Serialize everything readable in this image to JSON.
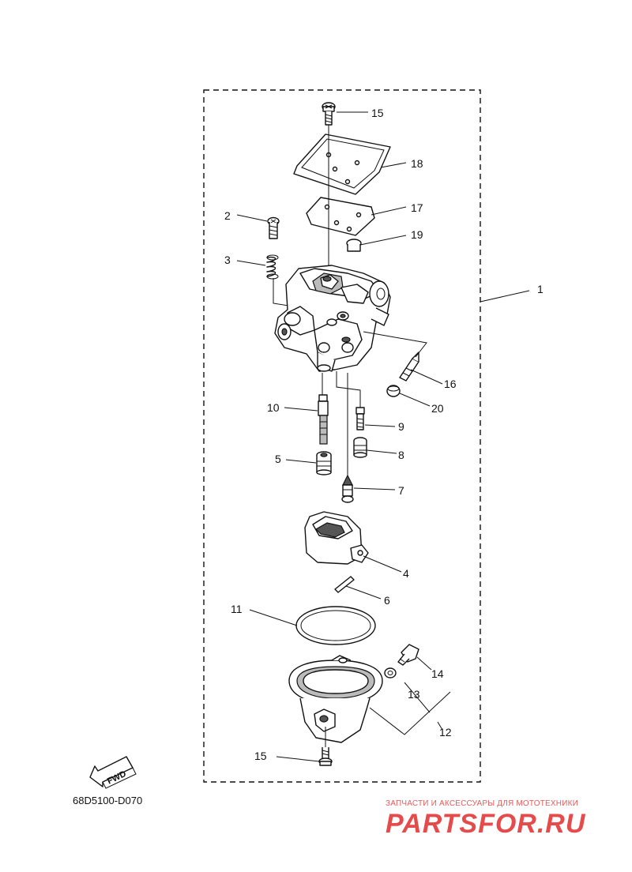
{
  "diagram": {
    "code": "68D5100-D070",
    "direction_label": "FWD",
    "callouts": {
      "c1": "1",
      "c2": "2",
      "c3": "3",
      "c4": "4",
      "c5": "5",
      "c6": "6",
      "c7": "7",
      "c8": "8",
      "c9": "9",
      "c10": "10",
      "c11": "11",
      "c12": "12",
      "c13": "13",
      "c14": "14",
      "c15_top": "15",
      "c15_bottom": "15",
      "c16": "16",
      "c17": "17",
      "c18": "18",
      "c19": "19",
      "c20": "20"
    }
  },
  "watermark": {
    "tagline": "ЗАПЧАСТИ И АКСЕССУАРЫ ДЛЯ МОТОТЕХНИКИ",
    "logo": "PARTSFOR.RU",
    "color": "#e64b4b"
  }
}
